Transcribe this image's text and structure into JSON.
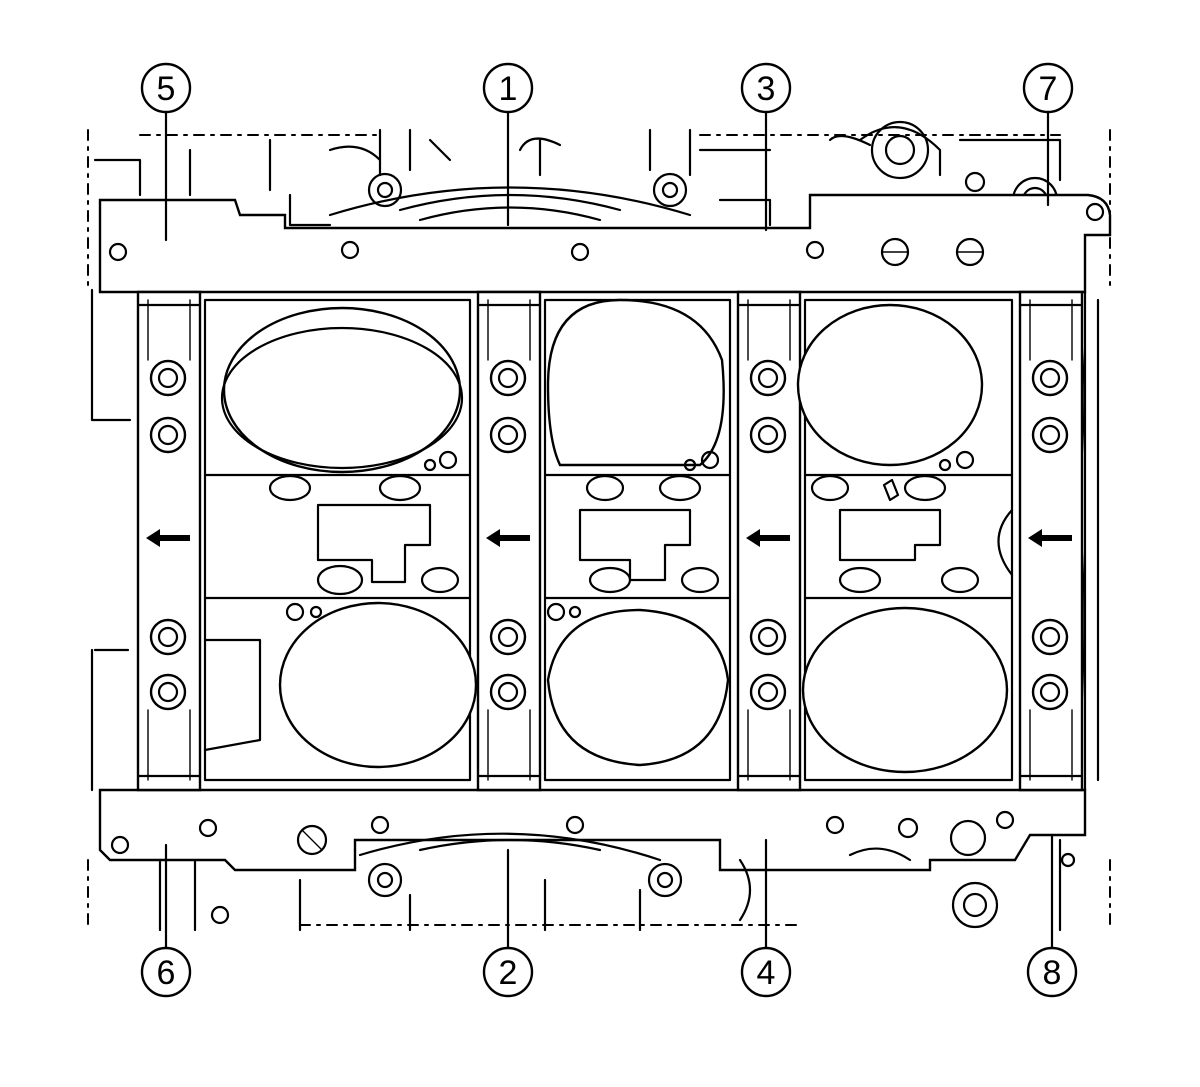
{
  "callouts": [
    {
      "id": "5",
      "label": "5"
    },
    {
      "id": "1",
      "label": "1"
    },
    {
      "id": "3",
      "label": "3"
    },
    {
      "id": "7",
      "label": "7"
    },
    {
      "id": "6",
      "label": "6"
    },
    {
      "id": "2",
      "label": "2"
    },
    {
      "id": "4",
      "label": "4"
    },
    {
      "id": "8",
      "label": "8"
    }
  ],
  "icons": {
    "direction_arrow": "left-arrow-icon"
  }
}
